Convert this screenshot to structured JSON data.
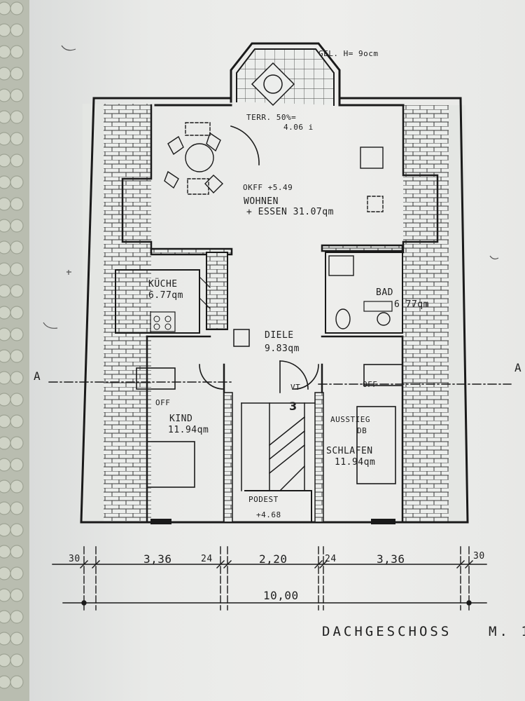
{
  "header_note": "GEL. H= 9ocm",
  "title": "DACHGESCHOSS",
  "scale": "M. 1",
  "section_marker": "A",
  "stair_number": "3",
  "rooms": {
    "terrasse": {
      "name": "TERR. 50%=",
      "area": "4.06 i"
    },
    "wohnen": {
      "level": "OKFF +5.49",
      "name": "WOHNEN",
      "sub": "+ ESSEN 31.07qm"
    },
    "kueche": {
      "name": "KÜCHE",
      "area": "6.77qm"
    },
    "bad": {
      "name": "BAD",
      "area": "6.77qm"
    },
    "diele": {
      "name": "DIELE",
      "area": "9.83qm"
    },
    "kind": {
      "name": "KIND",
      "area": "11.94qm",
      "window": "OFF"
    },
    "schlafen": {
      "note1": "AUSSTIEG",
      "note2": "DB",
      "name": "SCHLAFEN",
      "area": "11.94qm",
      "window": "OFF"
    },
    "podest": {
      "name": "PODEST",
      "level": "+4.68"
    },
    "vt": "VT"
  },
  "dimensions": {
    "top_row": [
      "30",
      "3,36",
      "24",
      "2,20",
      "24",
      "3,36",
      "30"
    ],
    "total": "10,00"
  }
}
